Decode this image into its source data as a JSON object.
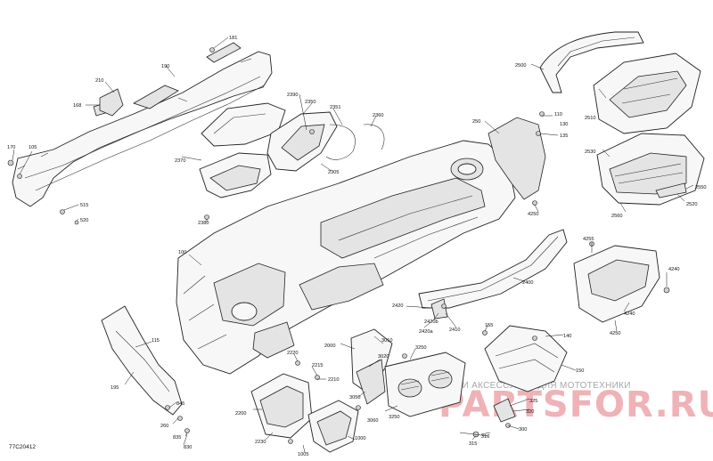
{
  "figure_id": "77C20412",
  "watermark": {
    "line1": "ЗАПЧАСТИ И АКСЕССУАРЫ ДЛЯ МОТОТЕХНИКИ",
    "logo": "PARTSFOR.RU"
  },
  "callouts": {
    "c181": "181",
    "c190": "190",
    "c210": "210",
    "c168": "168",
    "c170": "170",
    "c105": "105",
    "c515": "515",
    "c520": "520",
    "c2370": "2370",
    "c2380": "2380",
    "c2390": "2390",
    "c2350": "2350",
    "c2351": "2351",
    "c2360": "2360",
    "c2305": "2305",
    "c250": "250",
    "c110": "110",
    "c130": "130",
    "c135": "135",
    "c4250a": "4250",
    "c2500": "2500",
    "c2510": "2510",
    "c2530": "2530",
    "c2550": "2550",
    "c2520": "2520",
    "c2560": "2560",
    "c100": "100",
    "c4255": "4255",
    "c4240a": "4240",
    "c4240b": "4240",
    "c4250b": "4250",
    "c2400": "2400",
    "c2420": "2420",
    "c2420b": "2420b",
    "c2420a": "2420a",
    "c2410": "2410",
    "c115": "115",
    "c195": "195",
    "c845": "845",
    "c260": "260",
    "c835": "835",
    "c830": "830",
    "c2220": "2220",
    "c2215": "2215",
    "c2210": "2210",
    "c2200": "2200",
    "c2230": "2230",
    "c2000": "2000",
    "c3010": "3010",
    "c3020": "3020",
    "c3050": "3050",
    "c3060": "3060",
    "c3250": "3250",
    "c155": "155",
    "c140": "140",
    "c150": "150",
    "c320": "320",
    "c325": "325",
    "c300": "300",
    "c310": "310",
    "c315": "315",
    "c1000": "1000",
    "c1005": "1005"
  }
}
